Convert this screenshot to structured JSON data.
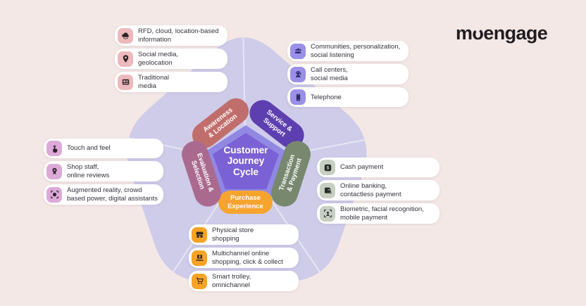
{
  "logo": {
    "text": "moengage",
    "color": "#201d22"
  },
  "background": {
    "page_color": "#f4e8e6",
    "blob_color": "#cfccea",
    "spoke_color": "#e9e6f4"
  },
  "center": {
    "label": "Customer Journey Cycle",
    "lines": [
      "Customer",
      "Journey",
      "Cycle"
    ],
    "ring_color": "#9188e3",
    "core_color": "#7b61d6",
    "text_color": "#ffffff"
  },
  "stages": [
    {
      "label": "Awareness & Location",
      "lines": [
        "Awareness",
        "& Location"
      ],
      "color": "#c06e6c"
    },
    {
      "label": "Service & Support",
      "lines": [
        "Service &",
        "Support"
      ],
      "color": "#5d3fb0"
    },
    {
      "label": "Transaction & Payment",
      "lines": [
        "Transaction",
        "& Payment"
      ],
      "color": "#77886f"
    },
    {
      "label": "Purchase Experience",
      "lines": [
        "Purchase",
        "Experience"
      ],
      "color": "#f7a42f"
    },
    {
      "label": "Evaluation & Selection",
      "lines": [
        "Evaluation &",
        "Selection"
      ],
      "color": "#aa6a90"
    }
  ],
  "groups": [
    {
      "stage": "Awareness & Location",
      "chip_color": "#ecb9bc",
      "icon_color": "#2c2327",
      "items": [
        {
          "icon": "cloud-location-icon",
          "lines": [
            "RFD, cloud, location-based",
            "information"
          ]
        },
        {
          "icon": "location-pin-icon",
          "lines": [
            "Social media,",
            "geolocation"
          ]
        },
        {
          "icon": "newspaper-icon",
          "lines": [
            "Traditional",
            "media"
          ]
        }
      ]
    },
    {
      "stage": "Service & Support",
      "chip_color": "#9a90e8",
      "icon_color": "#2e2767",
      "items": [
        {
          "icon": "community-people-icon",
          "lines": [
            "Communities, personalization,",
            "social listening"
          ]
        },
        {
          "icon": "call-center-agent-icon",
          "lines": [
            "Call centers,",
            "social media"
          ]
        },
        {
          "icon": "telephone-icon",
          "lines": [
            "Telephone"
          ]
        }
      ]
    },
    {
      "stage": "Evaluation & Selection",
      "chip_color": "#dcaad8",
      "icon_color": "#2c2327",
      "items": [
        {
          "icon": "touch-icon",
          "lines": [
            "Touch and feel"
          ]
        },
        {
          "icon": "award-icon",
          "lines": [
            "Shop staff,",
            "online reviews"
          ]
        },
        {
          "icon": "ar-cube-icon",
          "lines": [
            "Augmented reality, crowd",
            "based power, digital assistants"
          ]
        }
      ]
    },
    {
      "stage": "Transaction & Payment",
      "chip_color": "#c6cfc2",
      "icon_color": "#272b25",
      "items": [
        {
          "icon": "cash-icon",
          "lines": [
            "Cash payment"
          ]
        },
        {
          "icon": "online-banking-icon",
          "lines": [
            "Online banking,",
            "contactless payment"
          ]
        },
        {
          "icon": "face-scan-icon",
          "lines": [
            "Biometric, facial recognition,",
            "mobile payment"
          ]
        }
      ]
    },
    {
      "stage": "Purchase Experience",
      "chip_color": "#f6a326",
      "icon_color": "#2c2418",
      "items": [
        {
          "icon": "store-icon",
          "lines": [
            "Physical store",
            "shopping"
          ]
        },
        {
          "icon": "laptop-shopping-icon",
          "lines": [
            "Multichannel online",
            "shopping, click & collect"
          ]
        },
        {
          "icon": "cart-icon",
          "lines": [
            "Smart trolley,",
            "omnichannel"
          ]
        }
      ]
    }
  ]
}
